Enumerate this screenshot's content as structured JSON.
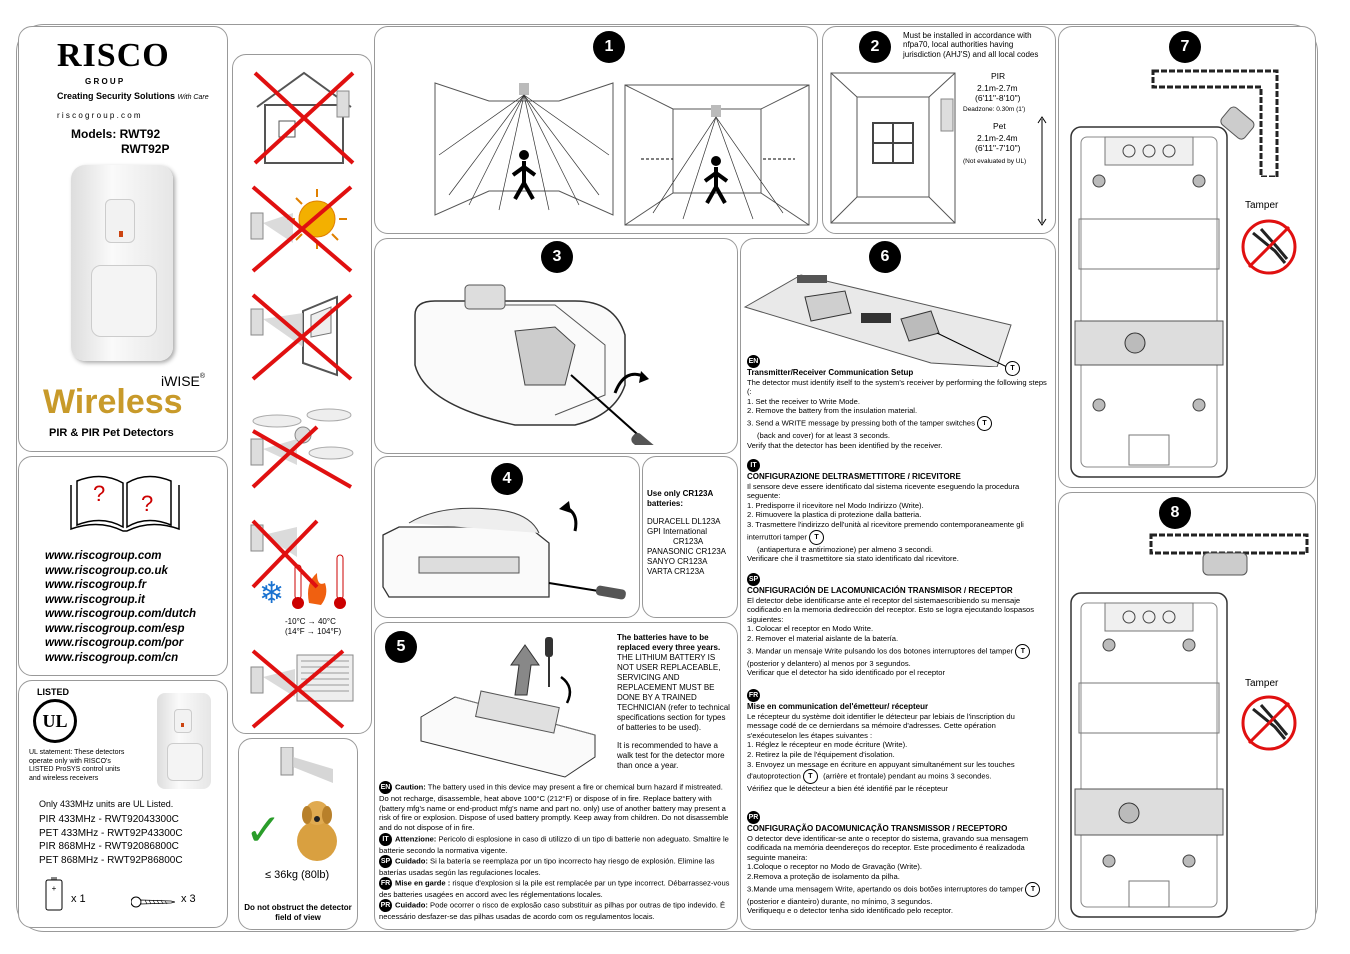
{
  "brand": {
    "logo_text": "RISCO",
    "group_text": "G R O U P",
    "tagline": "Creating Security Solutions",
    "tagline_suffix": "With Care",
    "site": "r i s c o g r o u p . c o m"
  },
  "models": {
    "label": "Models: RWT92",
    "second": "RWT92P"
  },
  "product": {
    "series": "iWISE",
    "reg": "®",
    "name": "Wireless",
    "subtitle": "PIR & PIR Pet Detectors"
  },
  "help": {
    "q1": "?",
    "q2": "?"
  },
  "urls": [
    "www.riscogroup.com",
    "www.riscogroup.co.uk",
    "www.riscogroup.fr",
    "www.riscogroup.it",
    "www.riscogroup.com/dutch",
    "www.riscogroup.com/esp",
    "www.riscogroup.com/por",
    "www.riscogroup.com/cn"
  ],
  "ul": {
    "listed": "LISTED",
    "mark": "UL",
    "statement": "UL statement: These detectors operate only with RISCO's LISTED ProSYS control units and wireless receivers",
    "only": "Only 433MHz units are UL Listed.",
    "rows": [
      "PIR  433MHz - RWT92043300C",
      "PET 433MHz - RWT92P43300C",
      "PIR  868MHz - RWT92086800C",
      "PET 868MHz - RWT92P86800C"
    ],
    "battery_qty": "x 1",
    "screw_qty": "x 3"
  },
  "temps": {
    "c": "-10°C  →  40°C",
    "f": "(14°F  → 104°F)"
  },
  "pet": {
    "weight": "≤ 36kg (80lb)",
    "warning": "Do not obstruct the detector field of view"
  },
  "s1": {
    "num": "1"
  },
  "s2": {
    "num": "2",
    "note": "Must be installed in accordance with nfpa70, local authorities having jurisdiction (AHJ'S) and all local codes",
    "pir": "PIR",
    "pir_h1": "2.1m-2.7m",
    "pir_h2": "(6'11\"-8'10\")",
    "deadzone": "Deadzone: 0.30m (1')",
    "pet": "Pet",
    "pet_h1": "2.1m-2.4m",
    "pet_h2": "(6'11\"-7'10\")",
    "not_eval": "(Not evaluated by UL)"
  },
  "s3": {
    "num": "3"
  },
  "s4": {
    "num": "4",
    "use_only": "Use only CR123A batteries:",
    "list": [
      "DURACELL DL123A",
      "GPI International",
      "CR123A",
      "PANASONIC CR123A",
      "SANYO CR123A",
      "VARTA CR123A"
    ]
  },
  "s5": {
    "num": "5",
    "replace_bold": "The batteries have to be replaced every three years.",
    "replace": "THE LITHIUM BATTERY IS NOT USER REPLACEABLE, SERVICING AND REPLACEMENT MUST BE DONE BY A TRAINED TECHNICIAN (refer to technical specifications section for types of batteries to be used).",
    "walk": "It is recommended to have a walk test for the detector more than once a year.",
    "cautions": [
      {
        "code": "EN",
        "label": "Caution:",
        "text": "The battery used in this device may present a fire or chemical burn hazard if mistreated. Do not recharge, disassemble, heat above 100°C (212°F) or dispose of in fire. Replace battery with (battery mfg's name or end-product mfg's name and part no. only) use of another battery may present a risk of fire or explosion. Dispose of used battery promptly. Keep away from children. Do not disassemble and do not dispose of in fire."
      },
      {
        "code": "IT",
        "label": "Attenzione:",
        "text": "Pericolo di esplosione in caso di utilizzo di un tipo di batterie non adeguato. Smaltire le batterie secondo la normativa vigente."
      },
      {
        "code": "SP",
        "label": "Cuidado:",
        "text": "Si la batería se reemplaza por un tipo incorrecto hay riesgo de explosión. Elimine las baterías usadas según las regulaciones locales."
      },
      {
        "code": "FR",
        "label": "Mise en garde :",
        "text": "risque d'explosion si la pile est remplacée par un type incorrect. Débarrassez-vous des batteries usagées en accord avec les réglementations locales."
      },
      {
        "code": "PR",
        "label": "Cuidado:",
        "text": "Pode ocorrer o risco de explosão caso substituir as pilhas por outras de tipo indevido. É necessário desfazer-se das pilhas usadas de acordo com os regulamentos locais."
      }
    ]
  },
  "s6": {
    "num": "6",
    "t": "T",
    "en": {
      "code": "EN",
      "title": "Transmitter/Receiver Communication Setup",
      "intro": "The detector must identify itself to the system's receiver by performing the following steps (:",
      "steps": [
        "1. Set the receiver to Write Mode.",
        "2. Remove the battery from the insulation material.",
        "3. Send a WRITE message by pressing both of the tamper switches",
        "(back and cover) for at least 3 seconds."
      ],
      "end": "Verify that the detector has been identified by the receiver."
    },
    "it": {
      "code": "IT",
      "title": "CONFIGURAZIONE DELTRASMETTITORE / RICEVITORE",
      "intro": "Il sensore deve essere identificato dal sistema ricevente eseguendo la procedura seguente:",
      "steps": [
        "1. Predisporre il ricevitore nel Modo Indirizzo (Write).",
        "2. Rimuovere la plastica di protezione dalla batteria.",
        "3. Trasmettere l'indirizzo dell'unità al ricevitore premendo contemporaneamente gli interruttori tamper",
        "(antiapertura e antirimozione) per almeno 3 secondi."
      ],
      "end": "Verificare che il trasmettitore sia stato identificato dal ricevitore."
    },
    "sp": {
      "code": "SP",
      "title": "CONFIGURACIÓN DE LACOMUNICACIÓN TRANSMISOR / RECEPTOR",
      "intro": "El detector debe identificarse ante el receptor del sistemaescribiendo su mensaje codificado en la memoria dedirección del receptor. Esto se logra ejecutando lospasos siguientes:",
      "steps": [
        "1. Colocar el receptor en Modo Write.",
        "2. Remover el material aislante de la batería.",
        "3. Mandar un mensaje Write pulsando los dos botones interruptores del tamper",
        "(posterior y delantero) al menos por 3 segundos."
      ],
      "end": "Verificar que el detector ha sido identificado por el receptor"
    },
    "fr": {
      "code": "FR",
      "title": "Mise en communication del'émetteur/ récepteur",
      "intro": "Le récepteur du système doit identifier le détecteur par lebiais de l'inscription du message codé de ce dernierdans sa mémoire d'adresses. Cette opération s'exécuteselon les étapes suivantes :",
      "steps": [
        "1. Réglez le récepteur en mode écriture (Write).",
        "2. Retirez la pile de l'équipement d'isolation.",
        "3. Envoyez un message en écriture en appuyant simultanément sur les touches d'autoprotection",
        "(arrière et frontale) pendant au moins 3 secondes."
      ],
      "end": "Vérifiez que le détecteur a bien été identifié par le récepteur"
    },
    "pr": {
      "code": "PR",
      "title": "CONFIGURAÇÃO DACOMUNICAÇÃO TRANSMISSOR / RECEPTORO",
      "intro": "O detector deve identificar-se ante o receptor do sistema, gravando sua mensagem codificada na memória deendereços do receptor. Este procedimento é realizadoda seguinte maneira:",
      "steps": [
        "1.Coloque o receptor no Modo de Gravação (Write).",
        "2.Remova a proteção de isolamento da pilha.",
        "3.Mande uma mensagem Write, apertando os dois botões interruptores do tamper",
        "(posterior e dianteiro) durante, no mínimo, 3 segundos."
      ],
      "end": "Verifiquequ e o detector tenha sido identificado pelo receptor."
    }
  },
  "s7": {
    "num": "7",
    "tamper": "Tamper"
  },
  "s8": {
    "num": "8",
    "tamper": "Tamper"
  }
}
